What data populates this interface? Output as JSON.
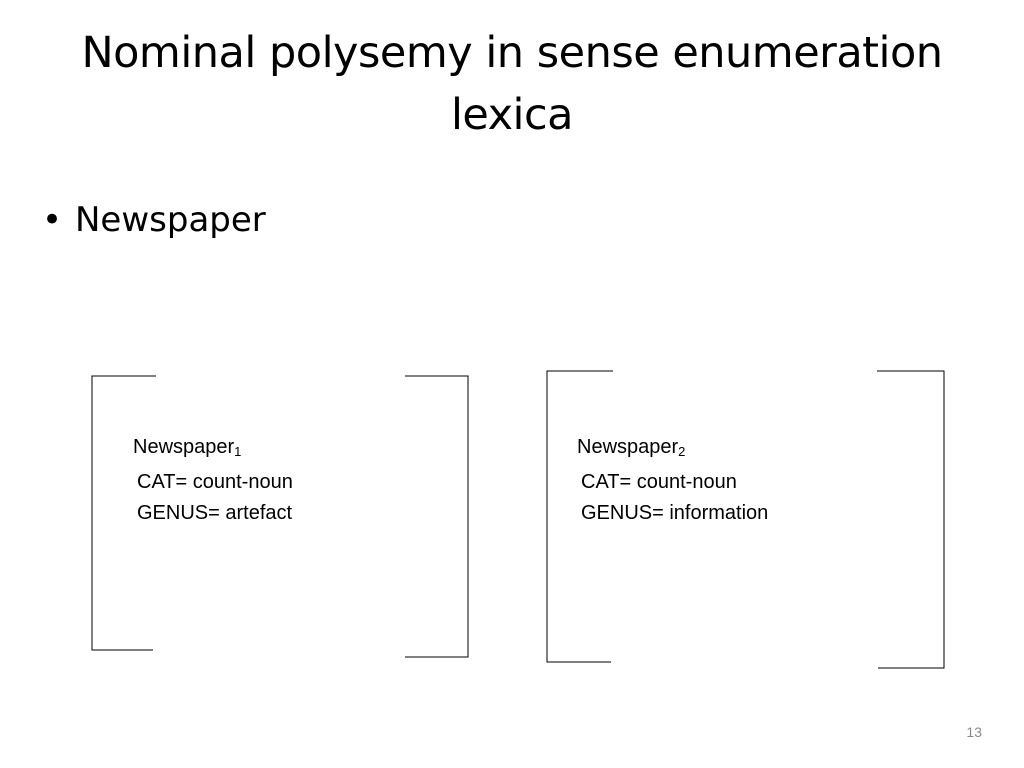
{
  "slide": {
    "title_line1": "Nominal polysemy in sense enumeration",
    "title_line2": "lexica",
    "bullet_symbol": "•",
    "bullet_text": "Newspaper",
    "page_number": "13"
  },
  "entries": [
    {
      "head": "Newspaper",
      "index": "1",
      "cat": "CAT= count-noun",
      "genus": "GENUS= artefact"
    },
    {
      "head": "Newspaper",
      "index": "2",
      "cat": "CAT= count-noun",
      "genus": "GENUS= information"
    }
  ],
  "colors": {
    "text": "#000000",
    "page_number": "#8a8a8a",
    "background": "#ffffff"
  }
}
